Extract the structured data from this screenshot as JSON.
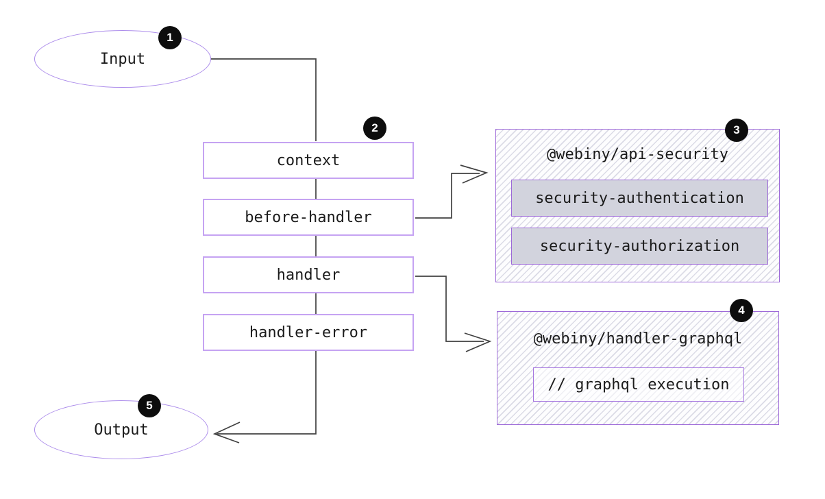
{
  "diagram": {
    "input": {
      "label": "Input",
      "badge": "1"
    },
    "pipeline": {
      "badge": "2",
      "steps": [
        "context",
        "before-handler",
        "handler",
        "handler-error"
      ]
    },
    "api_security": {
      "badge": "3",
      "title": "@webiny/api-security",
      "plugins": [
        "security-authentication",
        "security-authorization"
      ]
    },
    "handler_graphql": {
      "badge": "4",
      "title": "@webiny/handler-graphql",
      "comment": "// graphql execution"
    },
    "output": {
      "label": "Output",
      "badge": "5"
    }
  },
  "colors": {
    "ellipse_border": "#ac8ceb",
    "step_box_border": "#c5a3f2",
    "panel_border": "#9c68d8",
    "panel_hatch": "#dbdbe6",
    "chip_background": "#d2d3dd",
    "connector_line": "#414141",
    "badge_background": "#0d0d0d",
    "badge_text": "#ffffff",
    "text": "#1b1b1b",
    "background": "#ffffff"
  }
}
